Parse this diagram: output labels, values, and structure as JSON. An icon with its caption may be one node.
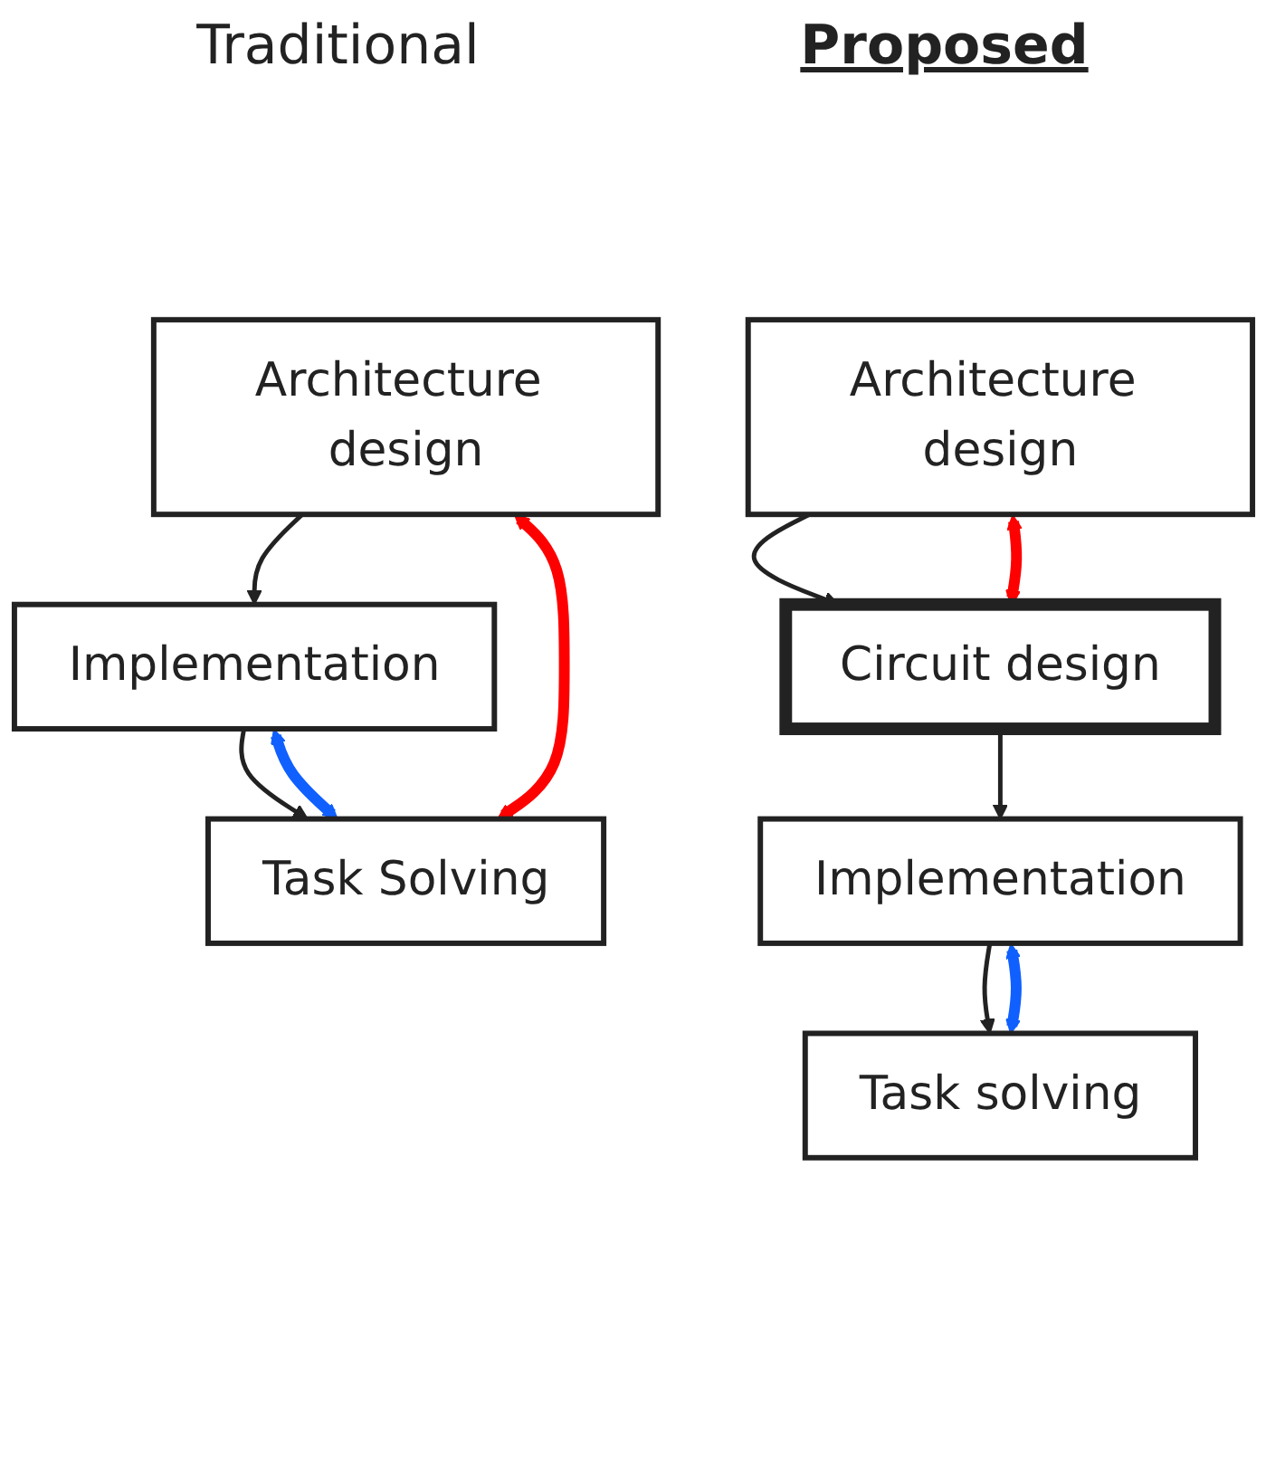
{
  "diagram": {
    "nodes": [
      {
        "text": [
          "Architecture design"
        ]
      },
      {
        "text": [
          "Implementation"
        ]
      },
      {
        "text": [
          "Task Solving"
        ]
      },
      {
        "text": [
          "Architecture design"
        ]
      },
      {
        "text": [
          "Circuit design"
        ]
      },
      {
        "text": [
          "Implementation"
        ]
      },
      {
        "text": [
          "Task solving"
        ]
      }
    ],
    "edges": [
      {
        "from": 0,
        "to": 1,
        "arrow": "to"
      },
      {
        "from": 1,
        "to": 2,
        "arrow": "to"
      },
      {
        "from": 3,
        "to": 4,
        "arrow": "to"
      },
      {
        "from": 4,
        "to": 5,
        "arrow": "to"
      },
      {
        "from": 5,
        "to": 6,
        "arrow": "to"
      },
      {
        "from": 0,
        "to": 2,
        "arrow": "both",
        "style": "thick",
        "color": "#ff0000"
      },
      {
        "from": 1,
        "to": 2,
        "arrow": "both",
        "style": "thick",
        "color": "#1060ff"
      },
      {
        "from": 3,
        "to": 4,
        "arrow": "both",
        "style": "thick",
        "color": "#ff0000"
      },
      {
        "from": 5,
        "to": 6,
        "arrow": "both",
        "style": "thick",
        "color": "#1060ff"
      }
    ],
    "labels": [
      "Traditional",
      "Proposed"
    ]
  }
}
